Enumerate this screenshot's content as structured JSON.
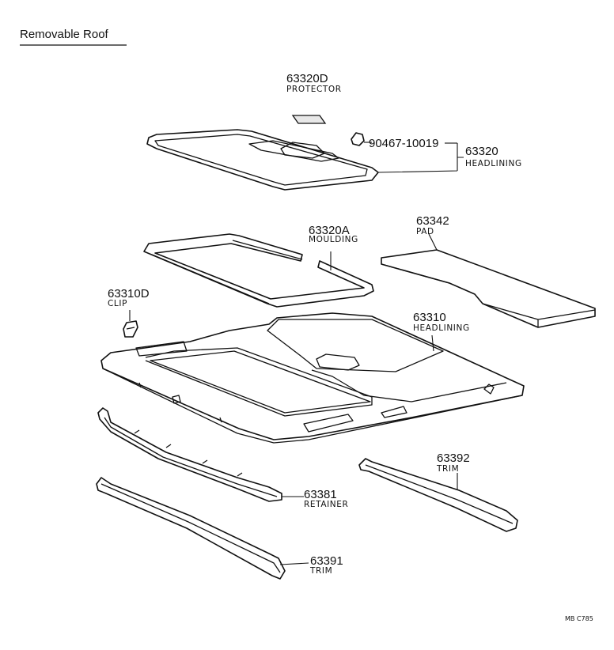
{
  "title": "Removable Roof",
  "diagram_code": "MB C785",
  "callouts": [
    {
      "part_no": "63320D",
      "name": "PROTECTOR"
    },
    {
      "part_no": "90467-10019",
      "name": ""
    },
    {
      "part_no": "63320",
      "name": "HEADLINING"
    },
    {
      "part_no": "63320A",
      "name": "MOULDING"
    },
    {
      "part_no": "63342",
      "name": "PAD"
    },
    {
      "part_no": "63310D",
      "name": "CLIP"
    },
    {
      "part_no": "63310",
      "name": "HEADLINING"
    },
    {
      "part_no": "63392",
      "name": "TRIM"
    },
    {
      "part_no": "63381",
      "name": "RETAINER"
    },
    {
      "part_no": "63391",
      "name": "TRIM"
    }
  ]
}
